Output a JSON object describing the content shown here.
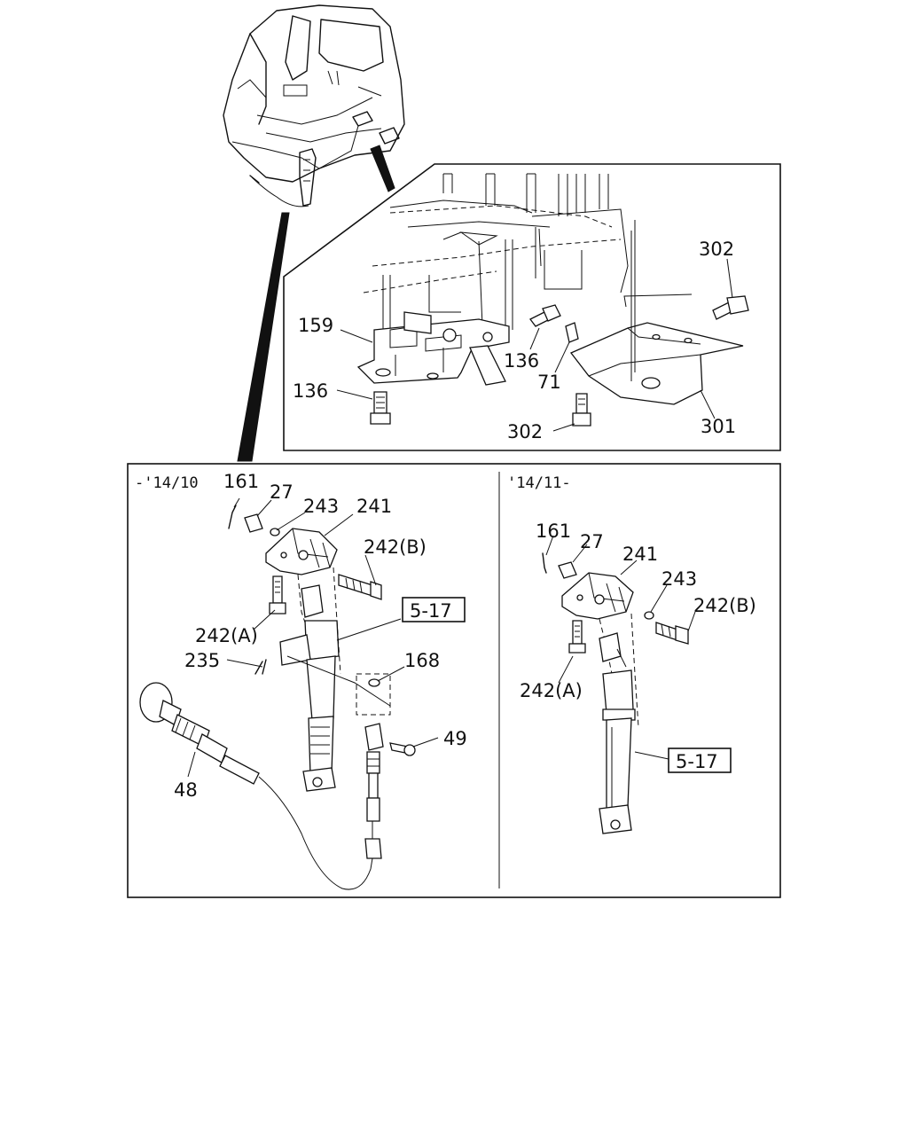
{
  "callouts": {
    "c302_top": "302",
    "c159": "159",
    "c136_mid": "136",
    "c71": "71",
    "c136_bottom": "136",
    "c302_bottom": "302",
    "c301": "301",
    "l161": "161",
    "l27": "27",
    "l243": "243",
    "l241": "241",
    "l242b": "242(B)",
    "l242a": "242(A)",
    "l235": "235",
    "l168": "168",
    "l49": "49",
    "l48": "48",
    "r161": "161",
    "r27": "27",
    "r241": "241",
    "r243": "243",
    "r242b": "242(B)",
    "r242a": "242(A)"
  },
  "references": {
    "left": "5-17",
    "right": "5-17"
  },
  "sections": {
    "left": "-'14/10",
    "right": "'14/11-"
  }
}
